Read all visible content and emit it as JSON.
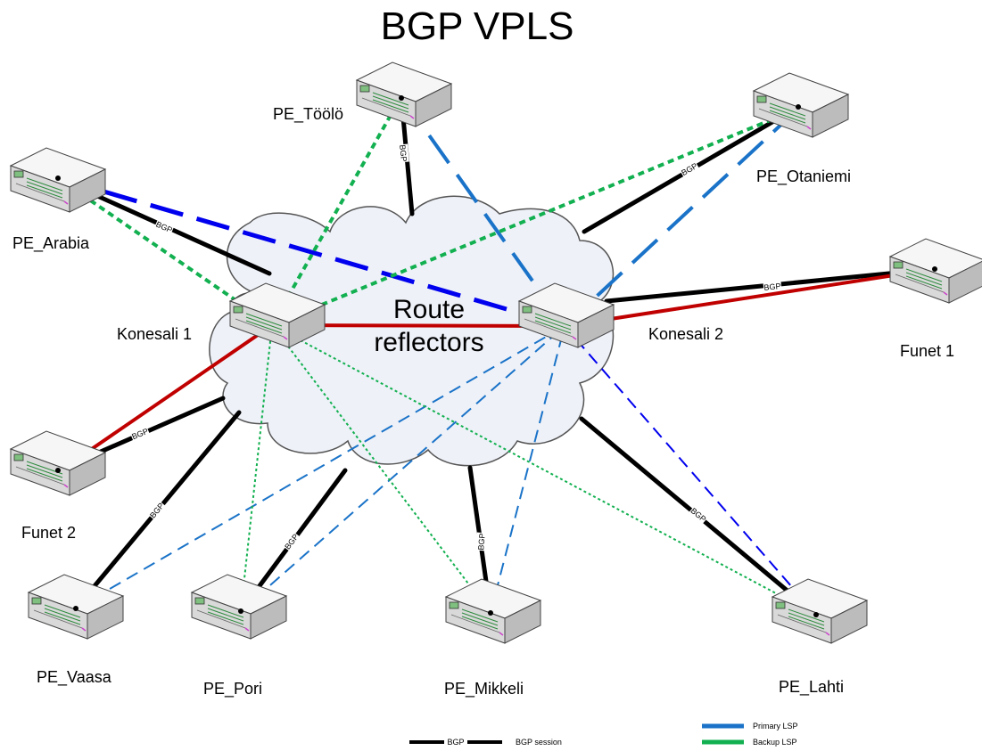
{
  "title": "BGP VPLS",
  "cloud_label_line1": "Route",
  "cloud_label_line2": "reflectors",
  "edge_label": "BGP",
  "colors": {
    "bgp": "#000000",
    "primary_lsp_dark": "#0000ee",
    "primary_lsp": "#1a73c8",
    "backup_lsp": "#12b050",
    "interconnect": "#c00000",
    "cloud_fill": "#eef1f8",
    "cloud_stroke": "#555555"
  },
  "nodes": [
    {
      "id": "pe_toolo",
      "label": "PE_Töölö",
      "icon": "router-icon"
    },
    {
      "id": "pe_otaniemi",
      "label": "PE_Otaniemi",
      "icon": "router-icon"
    },
    {
      "id": "pe_arabia",
      "label": "PE_Arabia",
      "icon": "router-icon"
    },
    {
      "id": "konesali1",
      "label": "Konesali 1",
      "icon": "router-icon"
    },
    {
      "id": "konesali2",
      "label": "Konesali 2",
      "icon": "router-icon"
    },
    {
      "id": "funet1",
      "label": "Funet 1",
      "icon": "router-icon"
    },
    {
      "id": "funet2",
      "label": "Funet 2",
      "icon": "router-icon"
    },
    {
      "id": "pe_vaasa",
      "label": "PE_Vaasa",
      "icon": "router-icon"
    },
    {
      "id": "pe_pori",
      "label": "PE_Pori",
      "icon": "router-icon"
    },
    {
      "id": "pe_mikkeli",
      "label": "PE_Mikkeli",
      "icon": "router-icon"
    },
    {
      "id": "pe_lahti",
      "label": "PE_Lahti",
      "icon": "router-icon"
    }
  ],
  "legend": {
    "bgp_session": "BGP session",
    "primary_lsp": "Primary LSP",
    "backup_lsp": "Backup LSP"
  }
}
